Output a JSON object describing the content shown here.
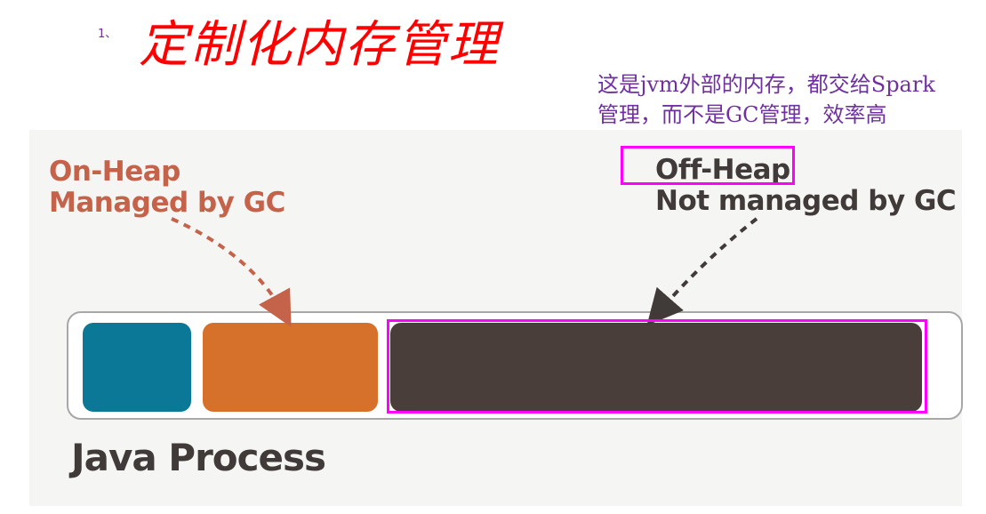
{
  "header": {
    "number": "1、",
    "title": "定制化内存管理"
  },
  "annotation": {
    "lines": [
      "这是jvm外部的内存，都交给Spark",
      "管理，而不是GC管理，效率高"
    ]
  },
  "diagram": {
    "on_heap_label": [
      "On-Heap",
      "Managed by GC"
    ],
    "off_heap_label": [
      "Off-Heap",
      "Not managed by GC"
    ],
    "process_label": "Java Process",
    "colors": {
      "panel_background": "#f5f5f4",
      "teal_block": "#0a7896",
      "orange_block": "#d6712c",
      "dark_block": "#4a3e3a",
      "on_heap_text": "#c5634a",
      "off_heap_text": "#403a38",
      "highlight": "#ff00ff",
      "title_red": "#ff0000",
      "annotation_purple": "#7030a0"
    }
  }
}
